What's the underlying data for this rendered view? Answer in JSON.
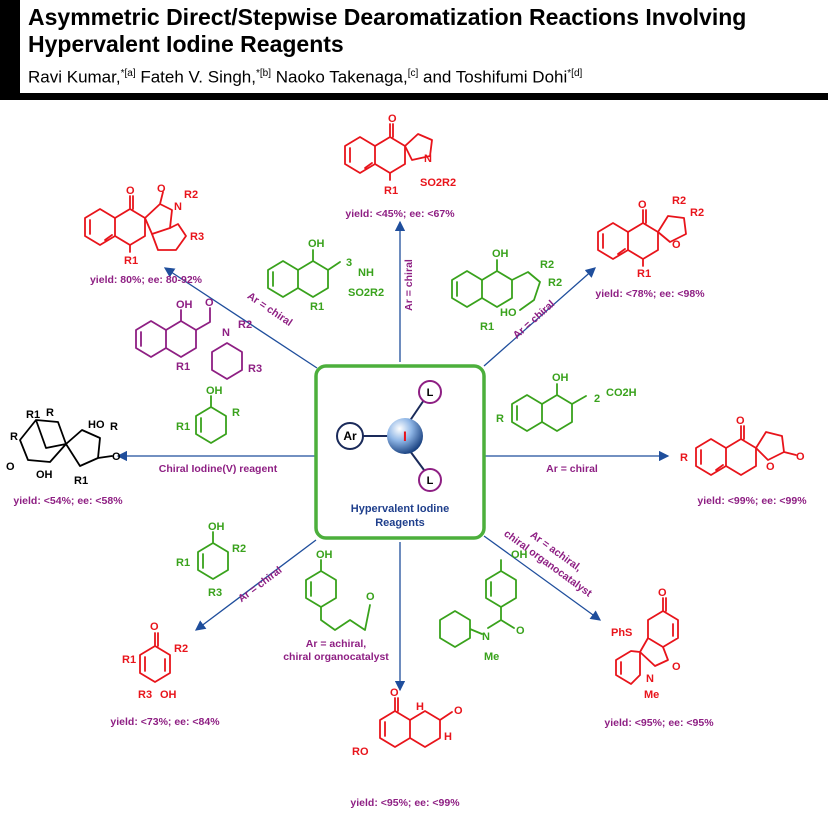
{
  "header": {
    "title_line1": "Asymmetric Direct/Stepwise Dearomatization Reactions Involving",
    "title_line2": "Hypervalent Iodine Reagents",
    "authors": [
      {
        "name": "Ravi Kumar,",
        "mark": "*[a]"
      },
      {
        "name": " Fateh V. Singh,",
        "mark": "*[b]"
      },
      {
        "name": " Naoko Takenaga,",
        "mark": "[c]"
      },
      {
        "name": " and Toshifumi Dohi",
        "mark": "*[d]"
      }
    ]
  },
  "center": {
    "title_line1": "Hypervalent Iodine",
    "title_line2": "Reagents",
    "ar": "Ar",
    "iodine": "I",
    "ligand": "L"
  },
  "conditions": {
    "top_left": "Ar = chiral",
    "top": "Ar = chiral",
    "top_right": "Ar = chiral",
    "left": "Chiral Iodine(V) reagent",
    "right": "Ar = chiral",
    "bottom_left": "Ar = chiral",
    "bottom_line1": "Ar = achiral,",
    "bottom_line2": "chiral organocatalyst",
    "bottom_right_line1": "Ar = achiral,",
    "bottom_right_line2": "chiral organocatalyst"
  },
  "yields": {
    "top": "yield: <45%; ee: <67%",
    "top_left": "yield: 80%; ee: 80-92%",
    "top_right": "yield: <78%; ee: <98%",
    "left": "yield: <54%; ee: <58%",
    "right": "yield: <99%; ee: <99%",
    "bottom_left": "yield: <73%; ee: <84%",
    "bottom": "yield: <95%; ee: <99%",
    "bottom_right": "yield: <95%; ee: <95%"
  },
  "atoms": {
    "O": "O",
    "N": "N",
    "OH": "OH",
    "HO": "HO",
    "H": "H",
    "NH": "NH",
    "R": "R",
    "R1": "R1",
    "R2": "R2",
    "R3": "R3",
    "SO2R2": "SO2R2",
    "CO2H": "CO2H",
    "RO": "RO",
    "PhS": "PhS",
    "Me": "Me",
    "sub3": "3",
    "sub2": "2"
  },
  "colors": {
    "product": "#e8141b",
    "substrate": "#39a21c",
    "condition": "#8e1f83",
    "arrow": "#1f4e9c",
    "box": "#4caf3c"
  }
}
